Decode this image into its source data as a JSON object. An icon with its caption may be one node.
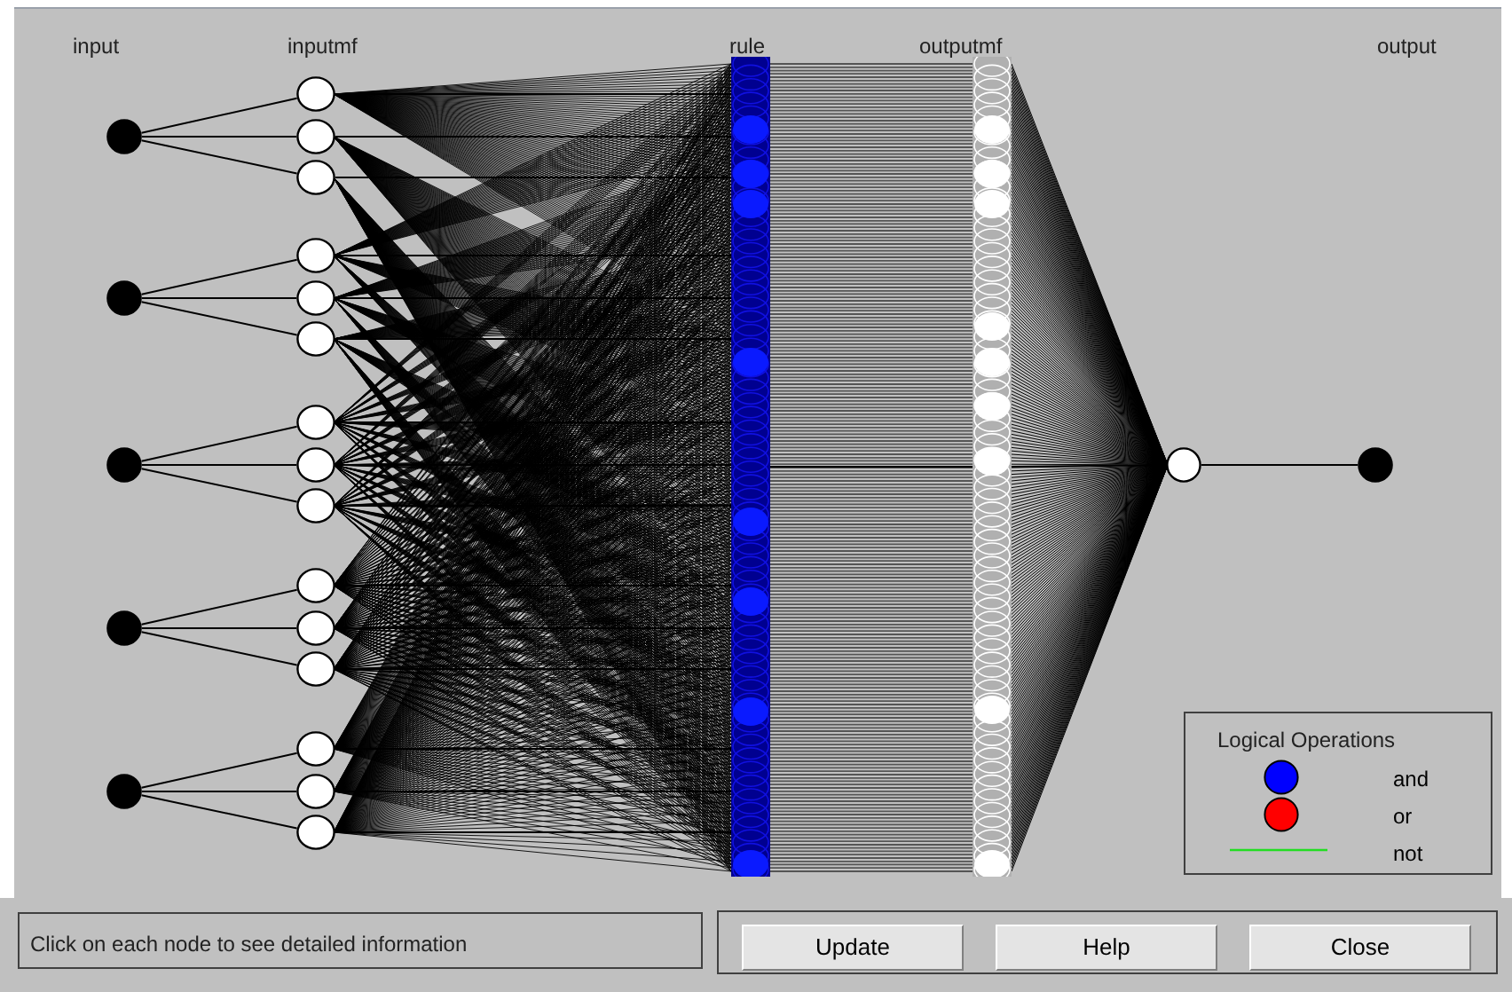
{
  "diagram": {
    "nodes": [
      {
        "text": [],
        "shape": "circle"
      },
      {
        "text": [],
        "shape": "circle"
      },
      {
        "text": [],
        "shape": "circle"
      },
      {
        "text": [],
        "shape": "circle"
      },
      {
        "text": [],
        "shape": "circle"
      },
      {
        "text": [],
        "shape": "circle"
      },
      {
        "text": [],
        "shape": "circle"
      },
      {
        "text": [],
        "shape": "circle"
      },
      {
        "text": [],
        "shape": "circle"
      },
      {
        "text": [],
        "shape": "circle"
      },
      {
        "text": [],
        "shape": "circle"
      },
      {
        "text": [],
        "shape": "circle"
      },
      {
        "text": [],
        "shape": "circle"
      },
      {
        "text": [],
        "shape": "circle"
      },
      {
        "text": [],
        "shape": "circle"
      },
      {
        "text": [],
        "shape": "circle"
      },
      {
        "text": [],
        "shape": "circle"
      },
      {
        "text": [],
        "shape": "circle"
      },
      {
        "text": [],
        "shape": "circle"
      },
      {
        "text": [],
        "shape": "circle"
      },
      {
        "text": [],
        "shape": "bar"
      },
      {
        "text": [],
        "shape": "bar"
      },
      {
        "text": [],
        "shape": "circle"
      },
      {
        "text": [],
        "shape": "circle"
      }
    ],
    "edges": [
      {
        "from": 0,
        "to": 5,
        "arrow": "none"
      },
      {
        "from": 0,
        "to": 6,
        "arrow": "none"
      },
      {
        "from": 0,
        "to": 7,
        "arrow": "none"
      },
      {
        "from": 1,
        "to": 8,
        "arrow": "none"
      },
      {
        "from": 1,
        "to": 9,
        "arrow": "none"
      },
      {
        "from": 1,
        "to": 10,
        "arrow": "none"
      },
      {
        "from": 2,
        "to": 11,
        "arrow": "none"
      },
      {
        "from": 2,
        "to": 12,
        "arrow": "none"
      },
      {
        "from": 2,
        "to": 13,
        "arrow": "none"
      },
      {
        "from": 3,
        "to": 14,
        "arrow": "none"
      },
      {
        "from": 3,
        "to": 15,
        "arrow": "none"
      },
      {
        "from": 3,
        "to": 16,
        "arrow": "none"
      },
      {
        "from": 4,
        "to": 17,
        "arrow": "none"
      },
      {
        "from": 4,
        "to": 18,
        "arrow": "none"
      },
      {
        "from": 4,
        "to": 19,
        "arrow": "none"
      },
      {
        "from": 5,
        "to": 20,
        "arrow": "none"
      },
      {
        "from": 6,
        "to": 20,
        "arrow": "none"
      },
      {
        "from": 7,
        "to": 20,
        "arrow": "none"
      },
      {
        "from": 8,
        "to": 20,
        "arrow": "none"
      },
      {
        "from": 9,
        "to": 20,
        "arrow": "none"
      },
      {
        "from": 10,
        "to": 20,
        "arrow": "none"
      },
      {
        "from": 11,
        "to": 20,
        "arrow": "none"
      },
      {
        "from": 12,
        "to": 20,
        "arrow": "none"
      },
      {
        "from": 13,
        "to": 20,
        "arrow": "none"
      },
      {
        "from": 14,
        "to": 20,
        "arrow": "none"
      },
      {
        "from": 15,
        "to": 20,
        "arrow": "none"
      },
      {
        "from": 16,
        "to": 20,
        "arrow": "none"
      },
      {
        "from": 17,
        "to": 20,
        "arrow": "none"
      },
      {
        "from": 18,
        "to": 20,
        "arrow": "none"
      },
      {
        "from": 19,
        "to": 20,
        "arrow": "none"
      },
      {
        "from": 20,
        "to": 21,
        "arrow": "none"
      },
      {
        "from": 21,
        "to": 22,
        "arrow": "none"
      },
      {
        "from": 22,
        "to": 23,
        "arrow": "none"
      }
    ],
    "labels": [
      "input",
      "inputmf",
      "rule",
      "outputmf",
      "output",
      "Logical Operations",
      "Click on each node to see detailed information",
      "Update",
      "Help",
      "Close"
    ],
    "legend": [
      {
        "text": "and",
        "color": "#0000ff"
      },
      {
        "text": "or",
        "color": "#ff0000"
      },
      {
        "text": "not"
      }
    ]
  }
}
